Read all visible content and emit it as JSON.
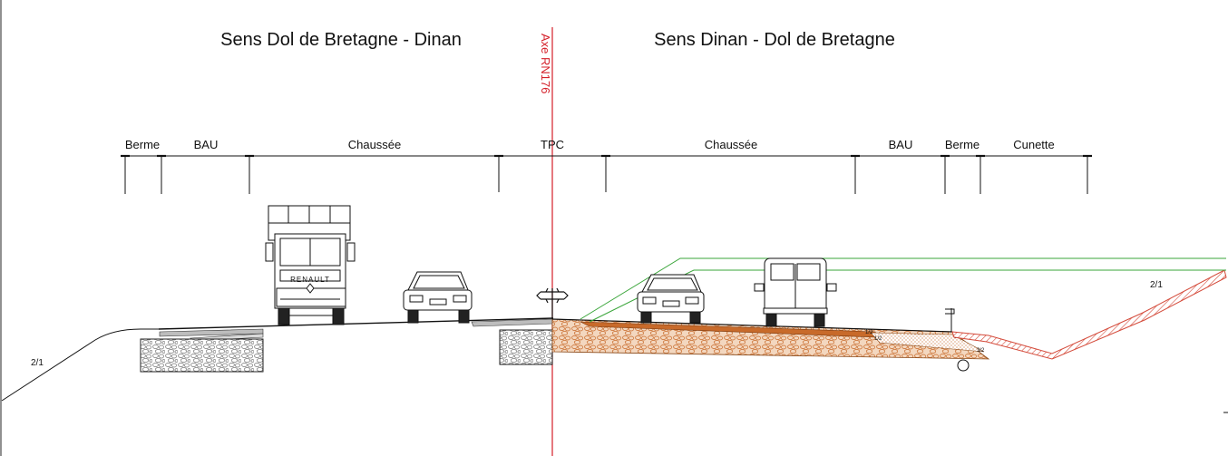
{
  "titles": {
    "left": "Sens Dol de Bretagne - Dinan",
    "right": "Sens Dinan - Dol de Bretagne"
  },
  "axis": {
    "label": "Axe RN176",
    "color": "#d4202a"
  },
  "segments": [
    {
      "key": "berme-left",
      "label": "Berme"
    },
    {
      "key": "bau-left",
      "label": "BAU"
    },
    {
      "key": "chaussee-left",
      "label": "Chaussée"
    },
    {
      "key": "tpc",
      "label": "TPC"
    },
    {
      "key": "chaussee-right",
      "label": "Chaussée"
    },
    {
      "key": "bau-right",
      "label": "BAU"
    },
    {
      "key": "berme-right",
      "label": "Berme"
    },
    {
      "key": "cunette",
      "label": "Cunette"
    }
  ],
  "slopes": {
    "left": "2/1",
    "right": "2/1"
  },
  "layer_marks": [
    "1/2",
    "1/2",
    "3/2",
    "3/2"
  ],
  "truck_brand": "RENAULT",
  "colors": {
    "axis": "#d4202a",
    "green_line": "#3aa53a",
    "fill_orange": "#c86a2a",
    "hatch_red": "#d44a3a",
    "gravel": "#9a9a9a"
  }
}
